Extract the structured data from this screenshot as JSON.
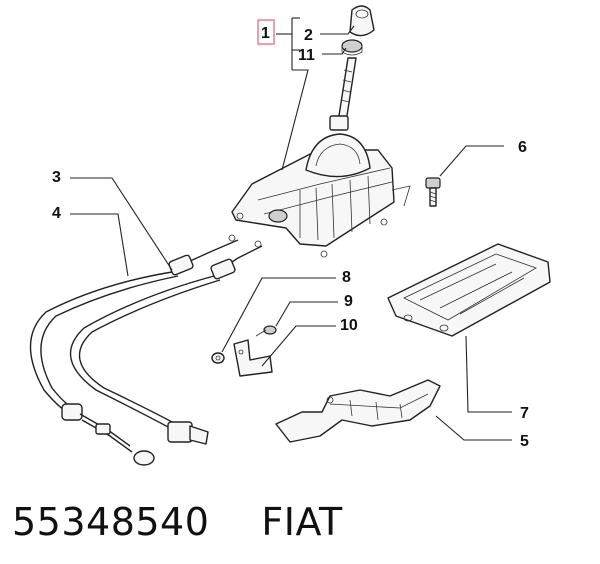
{
  "callouts": [
    {
      "id": "1",
      "label": "1"
    },
    {
      "id": "2",
      "label": "2"
    },
    {
      "id": "11",
      "label": "11"
    },
    {
      "id": "3",
      "label": "3"
    },
    {
      "id": "4",
      "label": "4"
    },
    {
      "id": "6",
      "label": "6"
    },
    {
      "id": "8",
      "label": "8"
    },
    {
      "id": "9",
      "label": "9"
    },
    {
      "id": "10",
      "label": "10"
    },
    {
      "id": "7",
      "label": "7"
    },
    {
      "id": "5",
      "label": "5"
    }
  ],
  "caption": {
    "part_number": "55348540",
    "brand": "FIAT"
  },
  "colors": {
    "callout_1_box": "#e8889a",
    "line": "#222222",
    "background": "#ffffff"
  }
}
